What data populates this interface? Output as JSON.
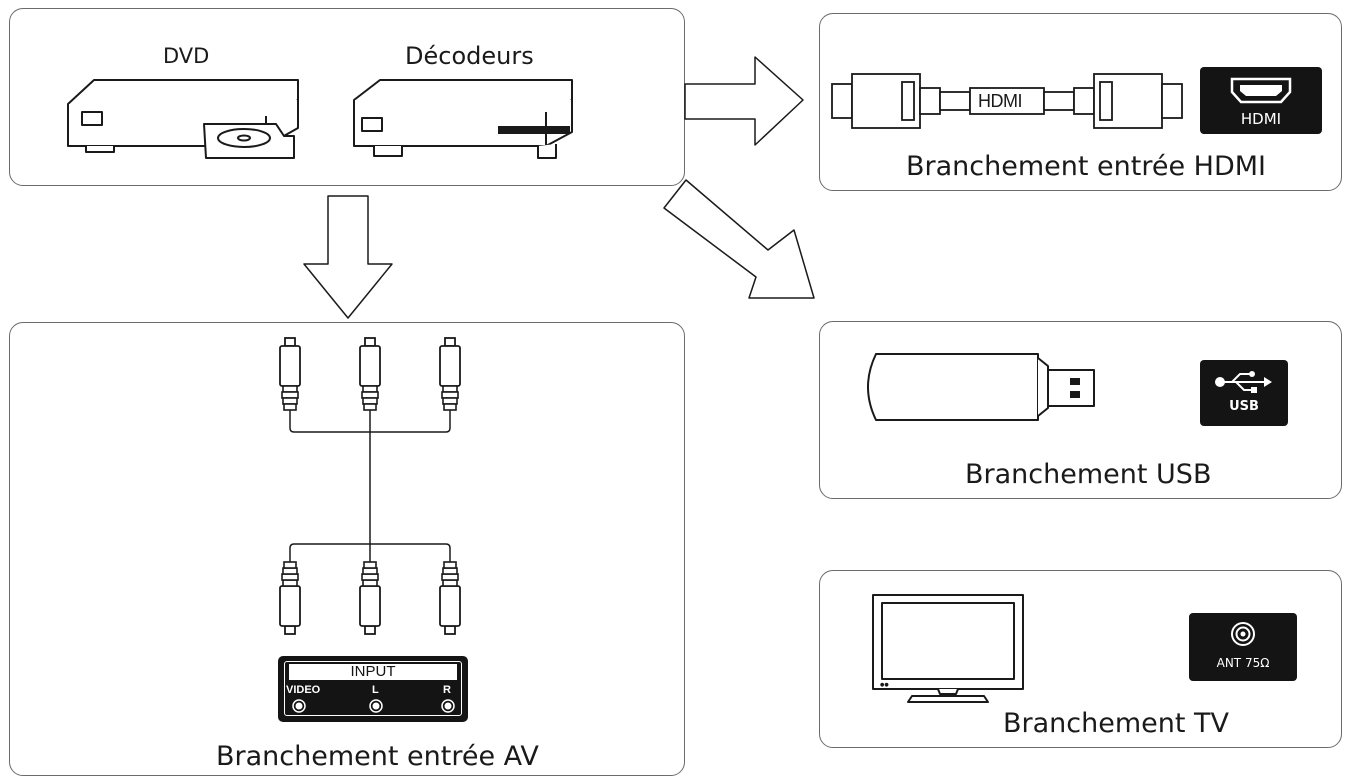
{
  "sources": {
    "dvd_label": "DVD",
    "decoder_label": "Décodeurs"
  },
  "hdmi_panel": {
    "cable_label": "HDMI",
    "port_label": "HDMI",
    "caption": "Branchement entrée HDMI"
  },
  "usb_panel": {
    "port_label": "USB",
    "caption": "Branchement USB"
  },
  "tv_panel": {
    "port_label": "ANT 75Ω",
    "caption": "Branchement TV"
  },
  "av_panel": {
    "input_title": "INPUT",
    "jack_labels": [
      "VIDEO",
      "L",
      "R"
    ],
    "caption": "Branchement entrée AV"
  },
  "icons": [
    "dvd-player-icon",
    "decoder-box-icon",
    "hdmi-cable-icon",
    "hdmi-port-icon",
    "usb-stick-icon",
    "usb-symbol-icon",
    "tv-icon",
    "antenna-port-icon",
    "rca-plug-icon"
  ]
}
